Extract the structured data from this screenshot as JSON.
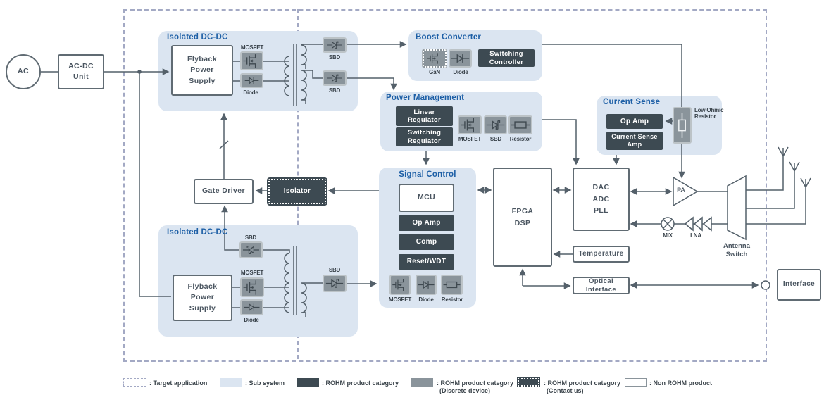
{
  "colors": {
    "subsystem_fill": "#dbe5f1",
    "subsystem_title": "#1d5fa6",
    "product_dark": "#3d4a52",
    "product_gray": "#8a949b",
    "wire": "#54606a",
    "box_text": "#4a5560",
    "dashed_border": "#a3a9c4"
  },
  "nodes": {
    "ac": "AC",
    "acdc": "AC-DC Unit",
    "iso_top": {
      "title": "Isolated DC-DC",
      "flyback": "Flyback Power Supply",
      "mosfet_lbl": "MOSFET",
      "diode_lbl": "Diode",
      "sbd1_lbl": "SBD",
      "sbd2_lbl": "SBD"
    },
    "boost": {
      "title": "Boost Converter",
      "gan_lbl": "GaN",
      "diode_lbl": "Diode",
      "controller": "Switching Controller"
    },
    "pm": {
      "title": "Power Management",
      "linear": "Linear Regulator",
      "switching": "Switching Regulator",
      "mosfet_lbl": "MOSFET",
      "sbd_lbl": "SBD",
      "res_lbl": "Resistor"
    },
    "sc": {
      "title": "Signal Control",
      "mcu": "MCU",
      "opamp": "Op Amp",
      "comp": "Comp",
      "reset": "Reset/WDT",
      "mosfet_lbl": "MOSFET",
      "diode_lbl": "Diode",
      "res_lbl": "Resistor"
    },
    "cs": {
      "title": "Current Sense",
      "opamp": "Op Amp",
      "csamp": "Current Sense Amp",
      "low_ohmic": "Low Ohmic Resistor"
    },
    "gate_driver": "Gate Driver",
    "isolator": "Isolator",
    "iso_bot": {
      "title": "Isolated DC-DC",
      "flyback": "Flyback Power Supply",
      "sbd_lbl": "SBD",
      "mosfet_lbl": "MOSFET",
      "diode_lbl": "Diode",
      "sbd_out_lbl": "SBD"
    },
    "fpga": "FPGA DSP",
    "dac": "DAC ADC PLL",
    "temperature": "Temperature",
    "optical": "Optical Interface",
    "interface": "Interface",
    "rf": {
      "pa": "PA",
      "mix": "MIX",
      "lna": "LNA",
      "antenna_switch": "Antenna Switch"
    }
  },
  "legend": {
    "items": [
      {
        "label": ": Target application"
      },
      {
        "label": ": Sub system"
      },
      {
        "label": ": ROHM product category"
      },
      {
        "label": ": ROHM product category",
        "sub": "(Discrete device)"
      },
      {
        "label": ": ROHM product category",
        "sub": "(Contact us)"
      },
      {
        "label": ": Non ROHM product"
      }
    ]
  }
}
